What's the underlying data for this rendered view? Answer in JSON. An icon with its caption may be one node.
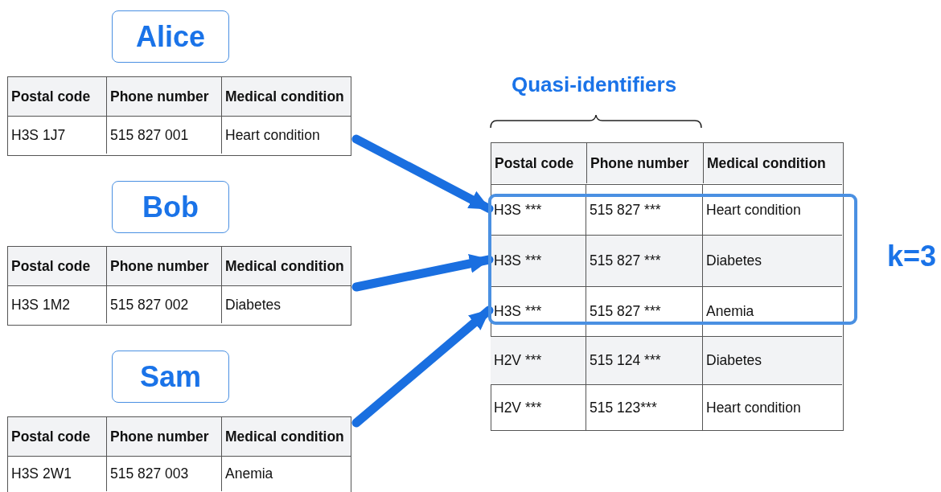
{
  "diagram": {
    "nodes": [
      {
        "text": [
          "Alice"
        ]
      },
      {
        "text": [
          "Postal code",
          "Phone number",
          "Medical condition",
          "H3S 1J7",
          "515 827 001",
          "Heart condition"
        ]
      },
      {
        "text": [
          "Bob"
        ]
      },
      {
        "text": [
          "Postal code",
          "Phone number",
          "Medical condition",
          "H3S 1M2",
          "515 827 002",
          "Diabetes"
        ]
      },
      {
        "text": [
          "Sam"
        ]
      },
      {
        "text": [
          "Postal code",
          "Phone number",
          "Medical condition",
          "H3S 2W1",
          "515 827 003",
          "Anemia"
        ]
      },
      {
        "text": [
          "Postal code",
          "Phone number",
          "Medical condition"
        ]
      },
      {
        "text": [
          "H3S ***",
          "515 827 ***",
          "Heart condition"
        ],
        "in": 6
      },
      {
        "text": [
          "H3S ***",
          "515 827 ***",
          "Diabetes"
        ],
        "in": 6
      },
      {
        "text": [
          "H3S ***",
          "515 827 ***",
          "Anemia"
        ],
        "in": 6
      },
      {
        "text": [
          "H2V ***",
          "515 124 ***",
          "Diabetes"
        ],
        "in": 6
      },
      {
        "text": [
          "H2V ***",
          "515 123***",
          "Heart condition"
        ],
        "in": 6
      }
    ],
    "edges": [
      {
        "from": 1,
        "to": 7,
        "arrow": "to"
      },
      {
        "from": 3,
        "to": 8,
        "arrow": "to"
      },
      {
        "from": 5,
        "to": 9,
        "arrow": "to"
      }
    ],
    "labels": [
      "Quasi-identifiers",
      "k=3"
    ]
  }
}
